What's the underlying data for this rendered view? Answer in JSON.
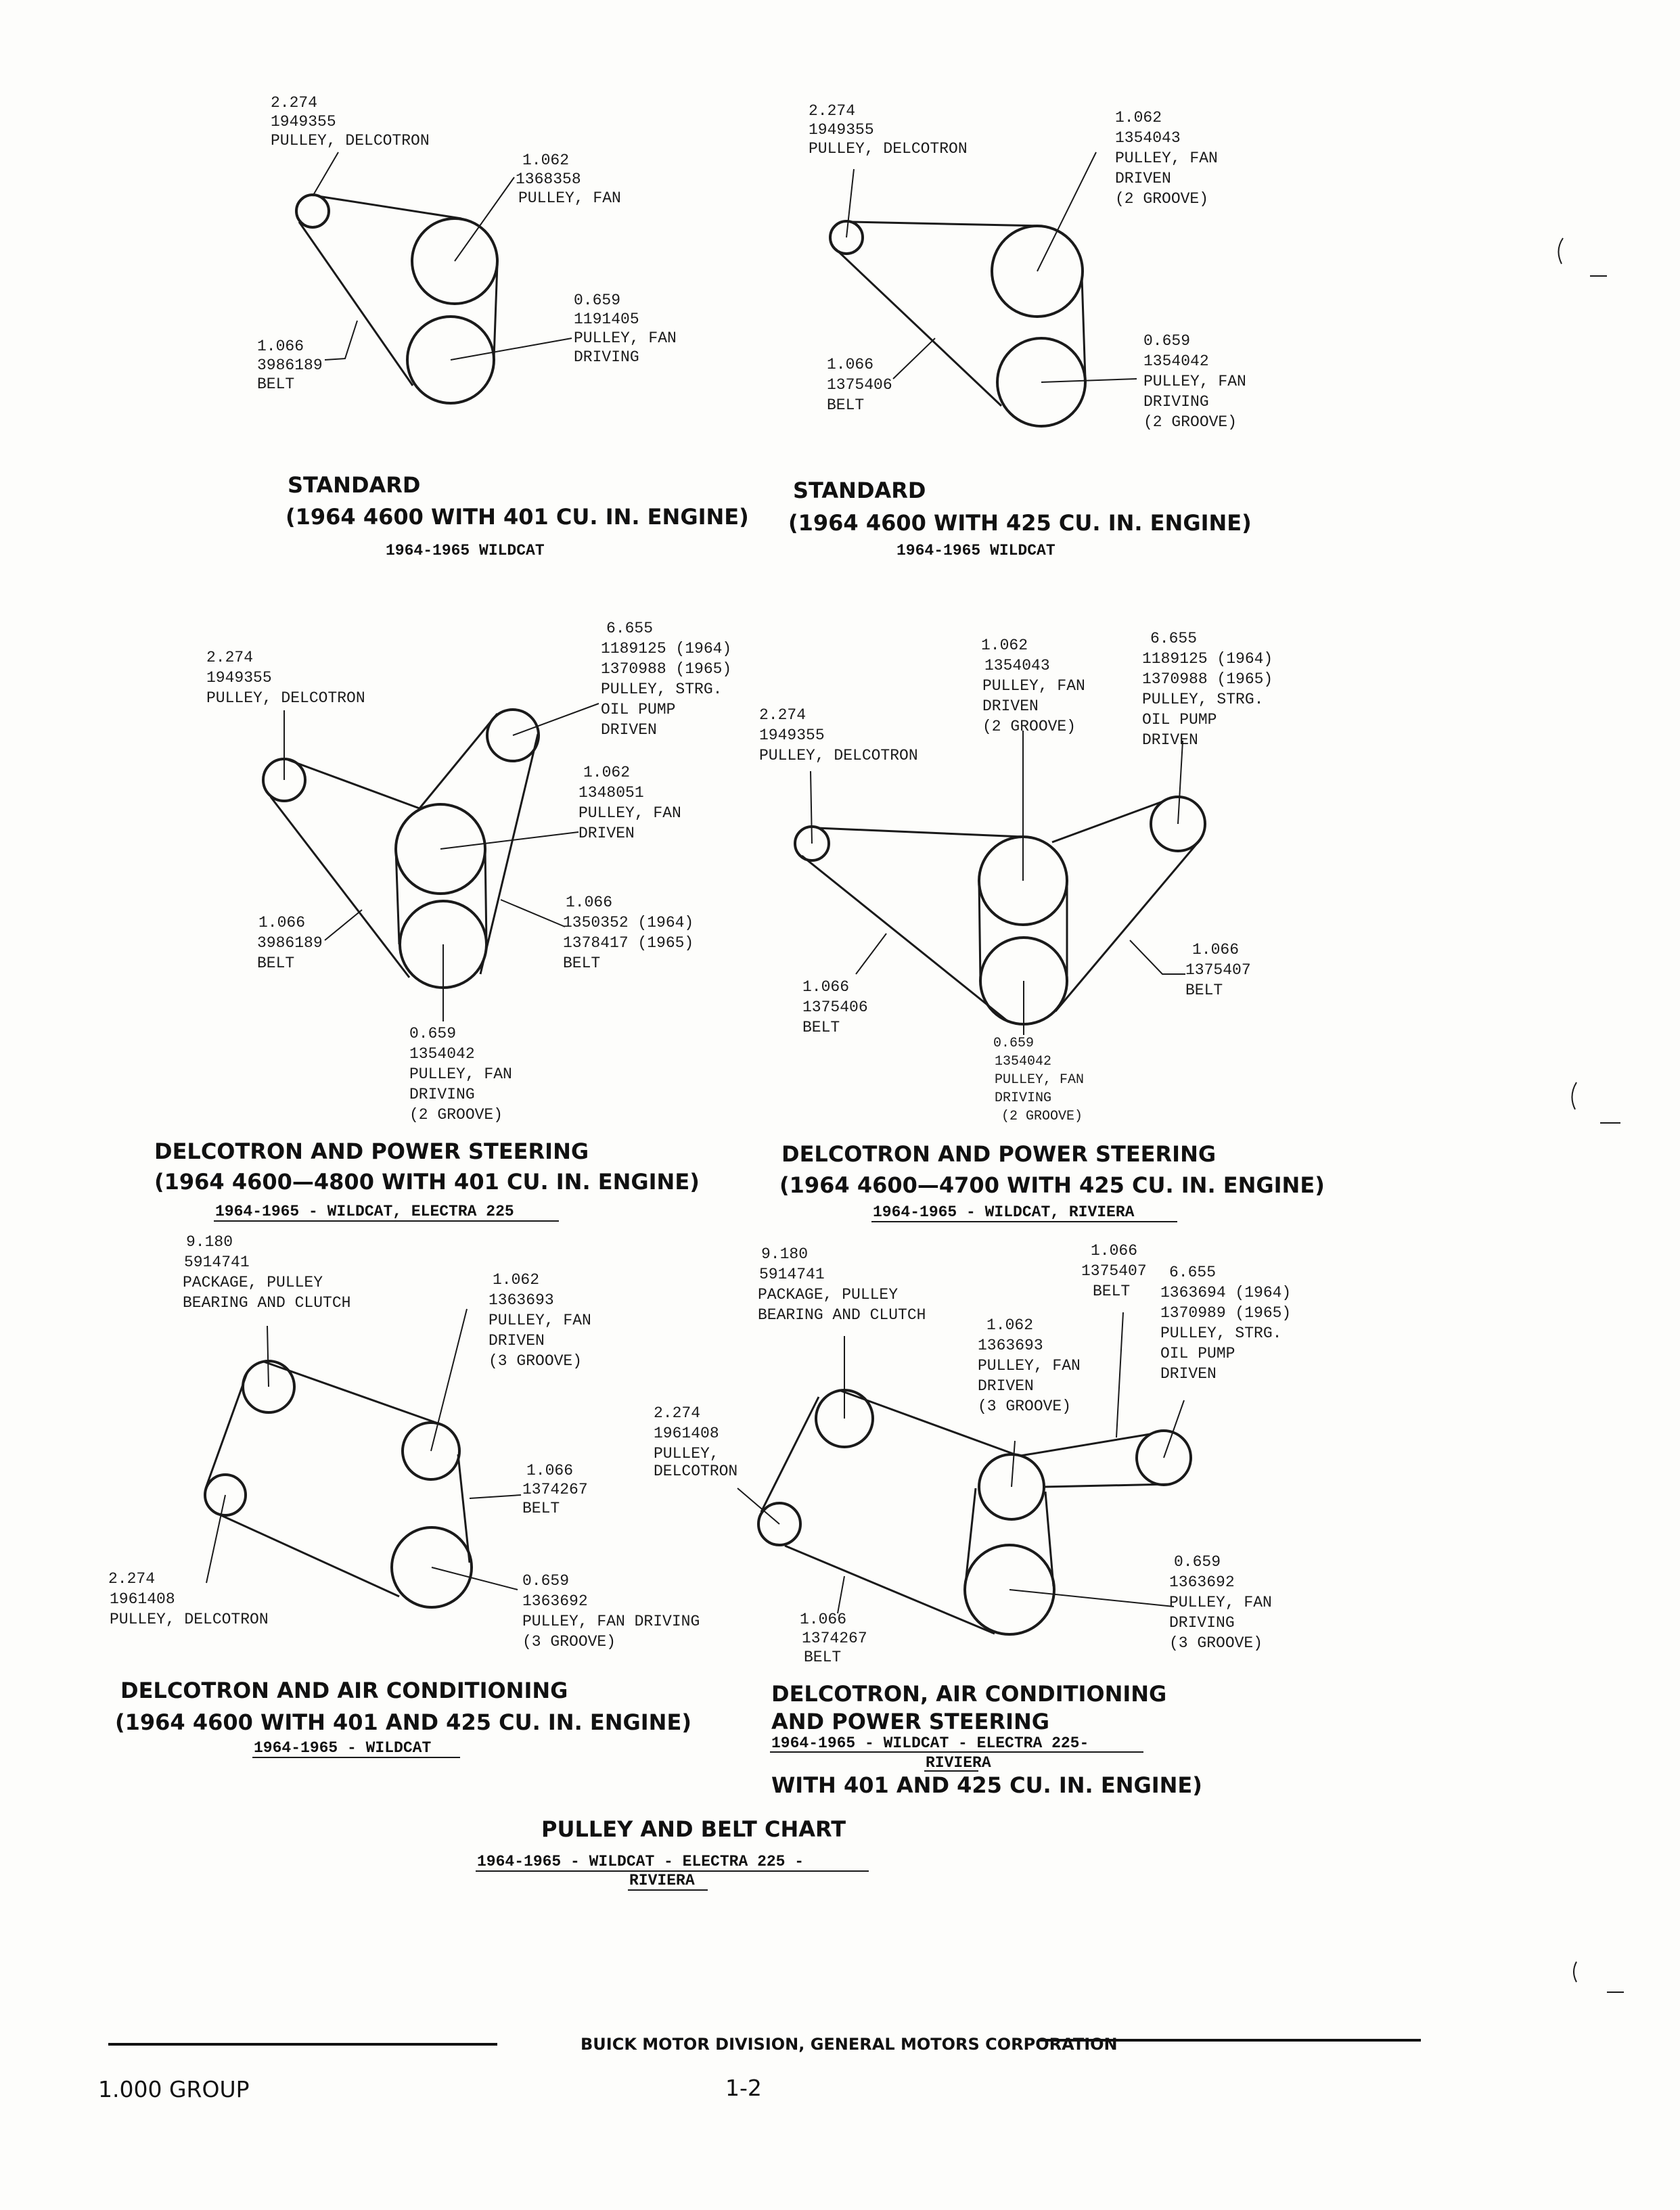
{
  "diagrams": [
    {
      "labels": {
        "delcotron": [
          "2.274",
          "1949355",
          "PULLEY, DELCOTRON"
        ],
        "fan_driven": [
          "1.062",
          "1368358",
          "PULLEY, FAN"
        ],
        "fan_driving": [
          "0.659",
          "1191405",
          "PULLEY, FAN",
          "DRIVING"
        ],
        "belt": [
          "1.066",
          "3986189",
          "BELT"
        ]
      },
      "caption": [
        "STANDARD",
        "(1964  4600 WITH 401 CU. IN. ENGINE)"
      ],
      "models": "1964-1965 WILDCAT"
    },
    {
      "labels": {
        "delcotron": [
          "2.274",
          "1949355",
          "PULLEY, DELCOTRON"
        ],
        "fan_driven": [
          "1.062",
          "1354043",
          "PULLEY, FAN",
          "DRIVEN",
          "(2 GROOVE)"
        ],
        "belt": [
          "1.066",
          "1375406",
          "BELT"
        ],
        "fan_driving": [
          "0.659",
          "1354042",
          "PULLEY, FAN",
          "DRIVING",
          "(2 GROOVE)"
        ]
      },
      "caption": [
        "STANDARD",
        "(1964  4600 WITH 425 CU. IN. ENGINE)"
      ],
      "models": "1964-1965 WILDCAT"
    },
    {
      "labels": {
        "delcotron": [
          "2.274",
          "1949355",
          "PULLEY, DELCOTRON"
        ],
        "steering": [
          "6.655",
          "1189125 (1964)",
          "1370988 (1965)",
          "PULLEY, STRG.",
          "OIL PUMP",
          "DRIVEN"
        ],
        "fan_driven": [
          "1.062",
          "1348051",
          "PULLEY, FAN",
          "DRIVEN"
        ],
        "belt_right": [
          "1.066",
          "1350352 (1964)",
          "1378417 (1965)",
          "BELT"
        ],
        "belt_left": [
          "1.066",
          "3986189",
          "BELT"
        ],
        "fan_driving": [
          "0.659",
          "1354042",
          "PULLEY, FAN",
          "DRIVING",
          "(2 GROOVE)"
        ]
      },
      "caption": [
        "DELCOTRON AND POWER STEERING",
        "(1964  4600—4800 WITH 401 CU. IN. ENGINE)"
      ],
      "models": "1964-1965 - WILDCAT, ELECTRA 225"
    },
    {
      "labels": {
        "fan_driven": [
          "1.062",
          "1354043",
          "PULLEY, FAN",
          "DRIVEN",
          "(2 GROOVE)"
        ],
        "steering": [
          "6.655",
          "1189125 (1964)",
          "1370988 (1965)",
          "PULLEY, STRG.",
          "OIL PUMP",
          "DRIVEN"
        ],
        "delcotron": [
          "2.274",
          "1949355",
          "PULLEY, DELCOTRON"
        ],
        "belt_right": [
          "1.066",
          "1375407",
          "BELT"
        ],
        "belt_left": [
          "1.066",
          "1375406",
          "BELT"
        ],
        "fan_driving": [
          "0.659",
          "1354042",
          "PULLEY, FAN",
          "DRIVING",
          "(2 GROOVE)"
        ]
      },
      "caption": [
        "DELCOTRON AND POWER STEERING",
        "(1964  4600—4700 WITH 425 CU. IN. ENGINE)"
      ],
      "models": "1964-1965 - WILDCAT, RIVIERA"
    },
    {
      "labels": {
        "package": [
          "9.180",
          "5914741",
          "PACKAGE, PULLEY",
          "BEARING AND CLUTCH"
        ],
        "fan_driven": [
          "1.062",
          "1363693",
          "PULLEY, FAN",
          "DRIVEN",
          "(3 GROOVE)"
        ],
        "belt": [
          "1.066",
          "1374267",
          "BELT"
        ],
        "delcotron": [
          "2.274",
          "1961408",
          "PULLEY, DELCOTRON"
        ],
        "fan_driving": [
          "0.659",
          "1363692",
          "PULLEY, FAN DRIVING",
          "(3 GROOVE)"
        ]
      },
      "caption": [
        "DELCOTRON AND AIR CONDITIONING",
        "(1964  4600 WITH 401 AND 425 CU. IN. ENGINE)"
      ],
      "models": "1964-1965 - WILDCAT"
    },
    {
      "labels": {
        "package": [
          "9.180",
          "5914741",
          "PACKAGE, PULLEY",
          "BEARING AND CLUTCH"
        ],
        "belt_top": [
          "1.066",
          "1375407",
          "BELT"
        ],
        "steering": [
          "6.655",
          "1363694 (1964)",
          "1370989 (1965)",
          "PULLEY, STRG.",
          "OIL PUMP",
          "DRIVEN"
        ],
        "fan_driven": [
          "1.062",
          "1363693",
          "PULLEY, FAN",
          "DRIVEN",
          "(3 GROOVE)"
        ],
        "delcotron": [
          "2.274",
          "1961408",
          "PULLEY,",
          "DELCOTRON"
        ],
        "fan_driving": [
          "0.659",
          "1363692",
          "PULLEY, FAN",
          "DRIVING",
          "(3 GROOVE)"
        ],
        "belt_bottom": [
          "1.066",
          "1374267",
          "BELT"
        ]
      },
      "caption": [
        "DELCOTRON, AIR CONDITIONING",
        "AND POWER STEERING"
      ],
      "models": [
        "1964-1965 - WILDCAT - ELECTRA 225-",
        "RIVIERA"
      ],
      "caption_tail": "WITH 401 AND 425 CU. IN.  ENGINE)"
    }
  ],
  "chart_title": "PULLEY AND BELT CHART",
  "chart_subtitle": [
    "1964-1965 - WILDCAT - ELECTRA 225 -",
    "RIVIERA"
  ],
  "footer": {
    "division": "BUICK MOTOR DIVISION, GENERAL MOTORS CORPORATION",
    "group": "1.000 GROUP",
    "page": "1-2"
  }
}
